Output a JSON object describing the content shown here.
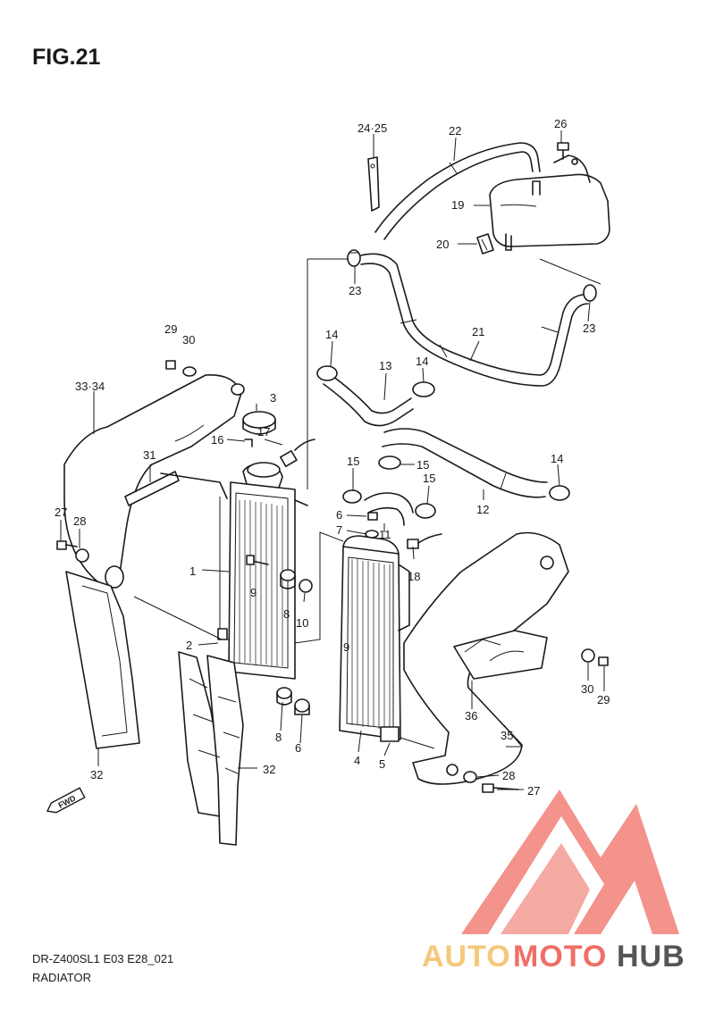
{
  "figure": {
    "title": "FIG.21",
    "model_code": "DR-Z400SL1 E03 E28_021",
    "section_name": "RADIATOR"
  },
  "callouts": [
    "24·25",
    "22",
    "26",
    "19",
    "20",
    "23",
    "23",
    "21",
    "29",
    "30",
    "14",
    "13",
    "14",
    "33·34",
    "3",
    "16",
    "17",
    "15",
    "15",
    "15",
    "14",
    "12",
    "31",
    "6",
    "7",
    "11",
    "27",
    "28",
    "18",
    "1",
    "9",
    "8",
    "10",
    "2",
    "9",
    "30",
    "29",
    "36",
    "8",
    "6",
    "4",
    "5",
    "35",
    "28",
    "32",
    "32",
    "27"
  ],
  "badges": {
    "forward": "FWD"
  },
  "watermark": {
    "text_a": "AUTO",
    "text_b": "MOTO",
    "text_c": "HUB",
    "color_a": "#f5c87a",
    "color_b": "#ef6f66",
    "color_c": "#555555"
  },
  "colors": {
    "line": "#1a1a1a",
    "logo_red": "#ef6f66",
    "logo_orange": "#f5c87a"
  }
}
